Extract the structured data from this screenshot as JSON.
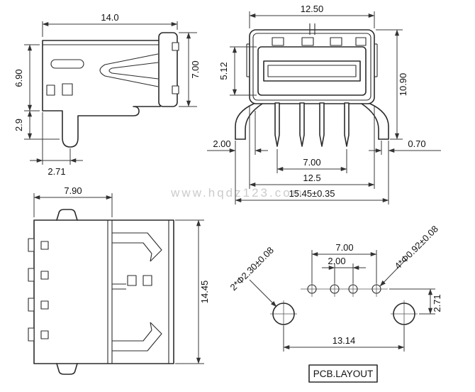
{
  "watermark": "www.hqdz123.com",
  "pcb_box_label": "PCB.LAYOUT",
  "side": {
    "width": "14.0",
    "face_height": "7.00",
    "body_height": "6.90",
    "leg_height": "2.9",
    "leg_offset": "2.71"
  },
  "front": {
    "shell_width": "12.50",
    "opening_height": "5.12",
    "total_height": "10.90",
    "left_offset": "2.00",
    "right_offset": "0.70",
    "pin_span": "7.00",
    "leg_span": "12.5",
    "overall_width": "15.45±0.35"
  },
  "top": {
    "body_width": "7.90",
    "total_length": "14.45"
  },
  "pcb": {
    "pin_span": "7.00",
    "pin_pitch": "2.00",
    "hole_span": "13.14",
    "row_offset": "2.71",
    "big_hole_label": "2*Φ2.30±0.08",
    "small_hole_label": "4*Φ0.92±0.08"
  }
}
